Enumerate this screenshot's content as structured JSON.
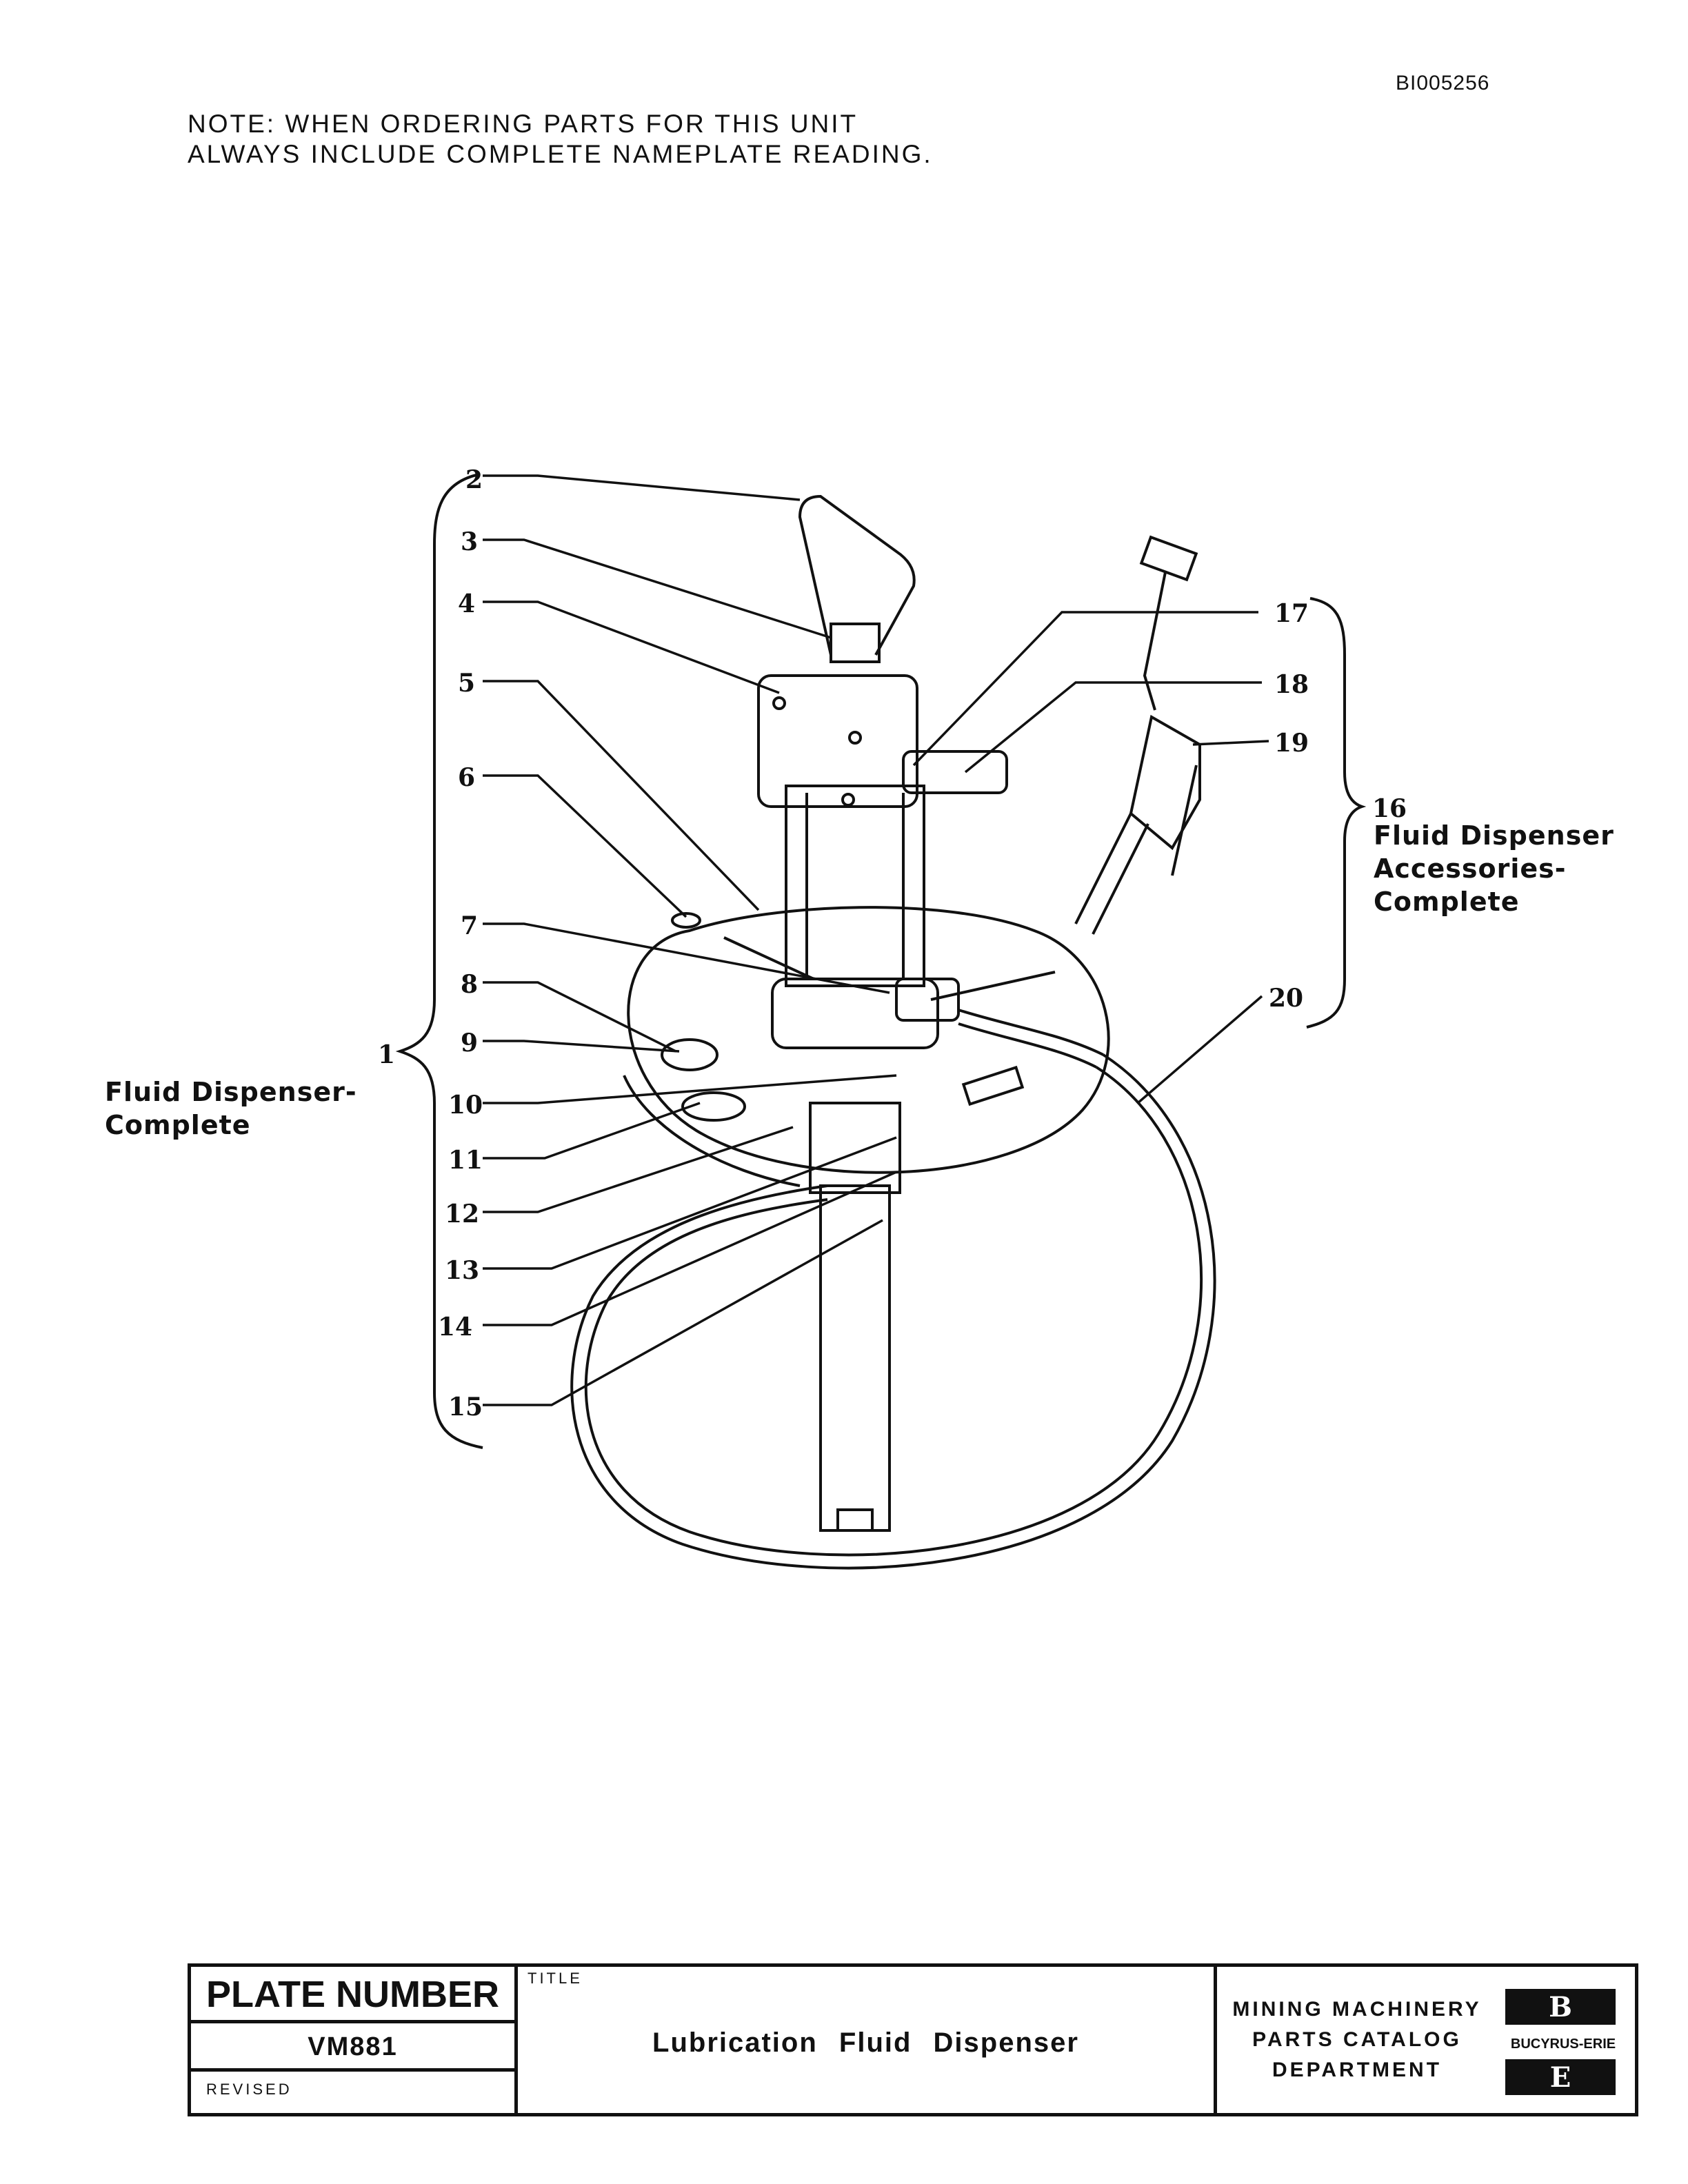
{
  "header": {
    "doc_id": "BI005256",
    "note_line1": "NOTE:  WHEN ORDERING PARTS FOR THIS UNIT",
    "note_line2": "ALWAYS INCLUDE COMPLETE NAMEPLATE READING."
  },
  "callouts": {
    "n1": "1",
    "n2": "2",
    "n3": "3",
    "n4": "4",
    "n5": "5",
    "n6": "6",
    "n7": "7",
    "n8": "8",
    "n9": "9",
    "n10": "10",
    "n11": "11",
    "n12": "12",
    "n13": "13",
    "n14": "14",
    "n15": "15",
    "n16": "16",
    "n17": "17",
    "n18": "18",
    "n19": "19",
    "n20": "20"
  },
  "groups": {
    "complete_line1": "Fluid Dispenser-",
    "complete_line2": "Complete",
    "accessories_line1": "Fluid Dispenser",
    "accessories_line2": "Accessories-",
    "accessories_line3": "Complete"
  },
  "title_block": {
    "plate_heading": "PLATE NUMBER",
    "plate_number": "VM881",
    "revised_label": "REVISED",
    "title_label": "TITLE",
    "title": "Lubrication  Fluid  Dispenser",
    "dept_line1": "MINING MACHINERY",
    "dept_line2": "PARTS CATALOG",
    "dept_line3": "DEPARTMENT",
    "logo_text": "BUCYRUS-ERIE",
    "logo_top_letter": "B",
    "logo_bottom_letter": "E"
  }
}
